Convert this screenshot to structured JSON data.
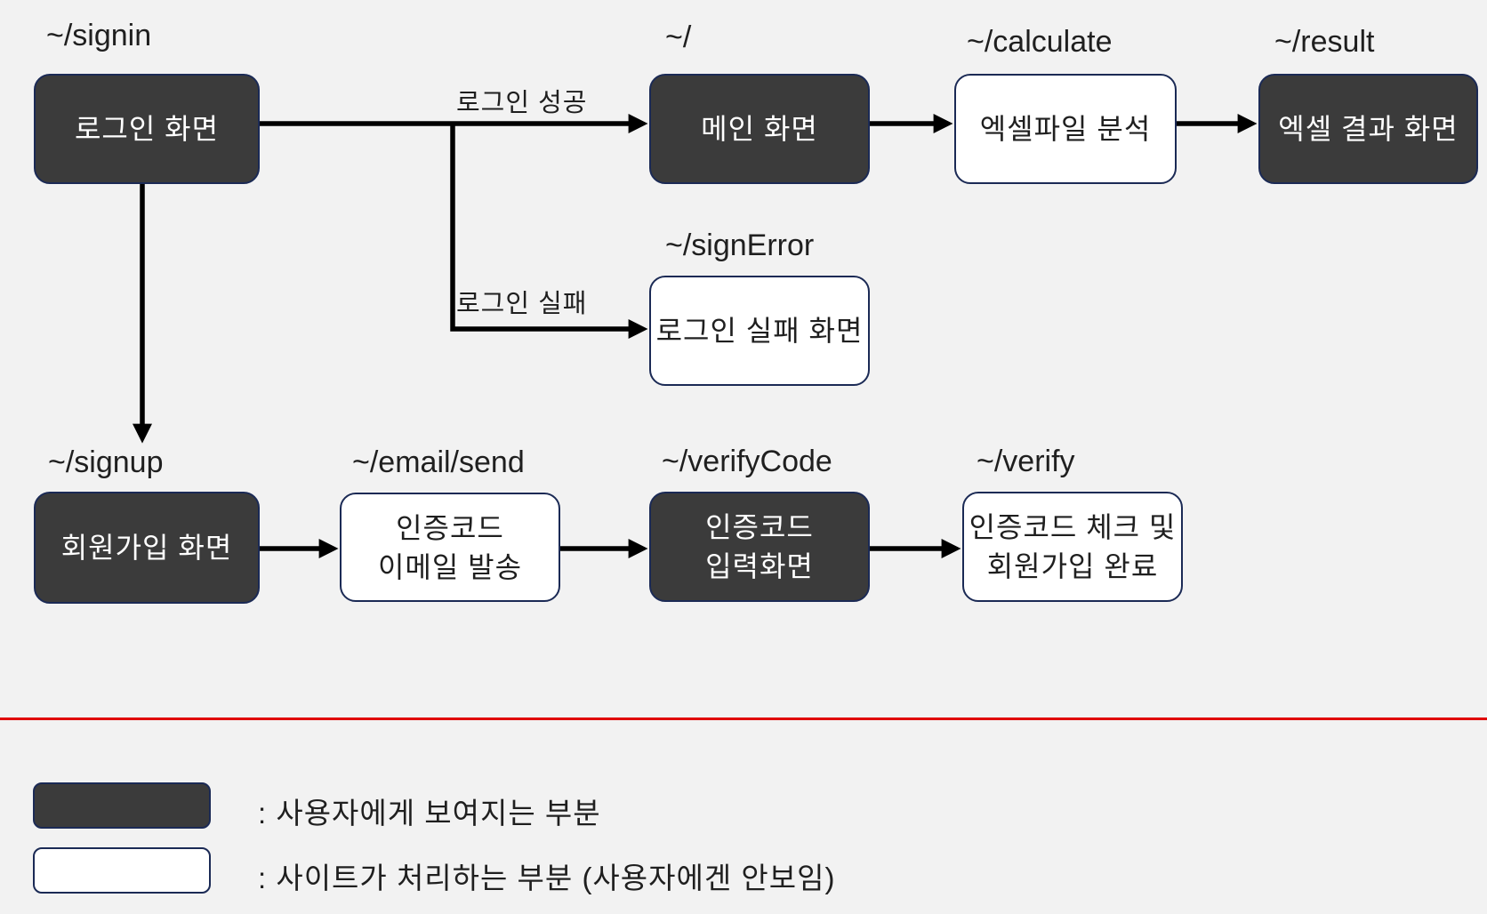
{
  "page": {
    "background": "#f2f2f2"
  },
  "colors": {
    "bg": "#f2f2f2",
    "dark_fill": "#3b3b3b",
    "node_border": "#1b2a55",
    "arrow": "#000000",
    "divider": "#e00000",
    "text_dark": "#1f1f1f",
    "text_light": "#ffffff"
  },
  "nodes": [
    {
      "route": "~/signin",
      "lines": [
        "로그인 화면"
      ],
      "style": "user"
    },
    {
      "route": "~/",
      "lines": [
        "메인 화면"
      ],
      "style": "user"
    },
    {
      "route": "~/calculate",
      "lines": [
        "엑셀파일 분석"
      ],
      "style": "site"
    },
    {
      "route": "~/result",
      "lines": [
        "엑셀 결과 화면"
      ],
      "style": "user"
    },
    {
      "route": "~/signError",
      "lines": [
        "로그인 실패 화면"
      ],
      "style": "site"
    },
    {
      "route": "~/signup",
      "lines": [
        "회원가입 화면"
      ],
      "style": "user"
    },
    {
      "route": "~/email/send",
      "lines": [
        "인증코드",
        "이메일 발송"
      ],
      "style": "site"
    },
    {
      "route": "~/verifyCode",
      "lines": [
        "인증코드",
        "입력화면"
      ],
      "style": "user"
    },
    {
      "route": "~/verify",
      "lines": [
        "인증코드 체크 및",
        "회원가입 완료"
      ],
      "style": "site"
    }
  ],
  "edges": {
    "login_success_label": "로그인 성공",
    "login_fail_label": "로그인 실패"
  },
  "legend": {
    "items": [
      {
        "style": "user",
        "text": ": 사용자에게 보여지는 부분"
      },
      {
        "style": "site",
        "text": ": 사이트가 처리하는 부분 (사용자에겐 안보임)"
      }
    ]
  }
}
